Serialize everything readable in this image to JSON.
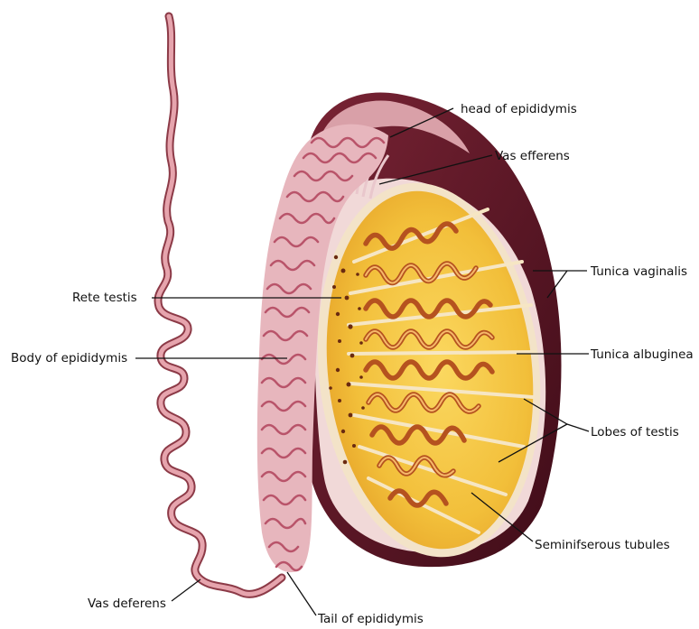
{
  "diagram": {
    "labels": {
      "head_of_epididymis": "head of epididymis",
      "vas_efferens": "Vas efferens",
      "tunica_vaginalis": "Tunica vaginalis",
      "rete_testis": "Rete testis",
      "tunica_albuginea": "Tunica albuginea",
      "body_of_epididymis": "Body of epididymis",
      "lobes_of_testis": "Lobes of testis",
      "seminiferous_tubules": "Seminifserous tubules",
      "vas_deferens": "Vas deferens",
      "tail_of_epididymis": "Tail of epididymis"
    },
    "colors": {
      "tunica_vaginalis": "#5a1526",
      "tunica_albuginea": "#f3e3c8",
      "testis_fill": "#f2bf3a",
      "tubules": "#c9652a",
      "epididymis": "#c46a78",
      "vas_deferens": "#d98a95",
      "leader_lines": "#111111"
    }
  }
}
